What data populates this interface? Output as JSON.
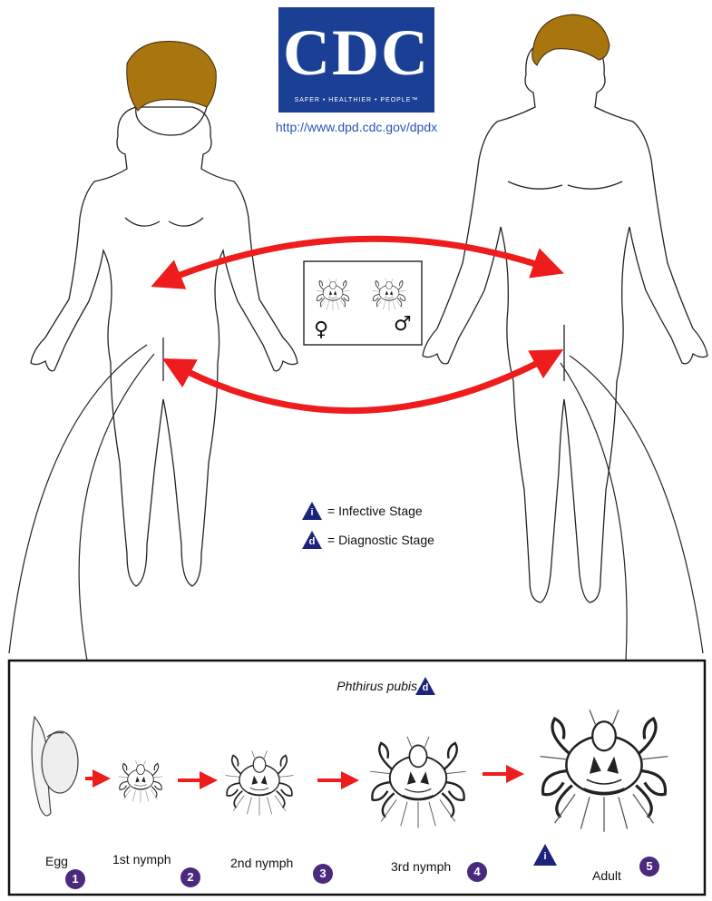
{
  "logo": {
    "text": "CDC",
    "tagline": "SAFER • HEALTHIER • PEOPLE™"
  },
  "source_url": "http://www.dpd.cdc.gov/dpdx",
  "center_box": {
    "female_symbol": "♀",
    "male_symbol": "♂"
  },
  "legend": {
    "infective": {
      "letter": "i",
      "text": "= Infective Stage"
    },
    "diagnostic": {
      "letter": "d",
      "text": "= Diagnostic Stage"
    }
  },
  "species": {
    "name": "Phthirus pubis",
    "badge": "d"
  },
  "stages": [
    {
      "label": "Egg",
      "number": "1"
    },
    {
      "label": "1st nymph",
      "number": "2"
    },
    {
      "label": "2nd nymph",
      "number": "3"
    },
    {
      "label": "3rd nymph",
      "number": "4"
    },
    {
      "label": "Adult",
      "number": "5"
    }
  ],
  "adult_badge": "i",
  "colors": {
    "arrow": "#ee1c1c",
    "hair": "#a8750f",
    "logo": "#1b3f94",
    "triangle": "#1b237a",
    "number": "#4b2a7d",
    "url": "#2a54b8"
  }
}
